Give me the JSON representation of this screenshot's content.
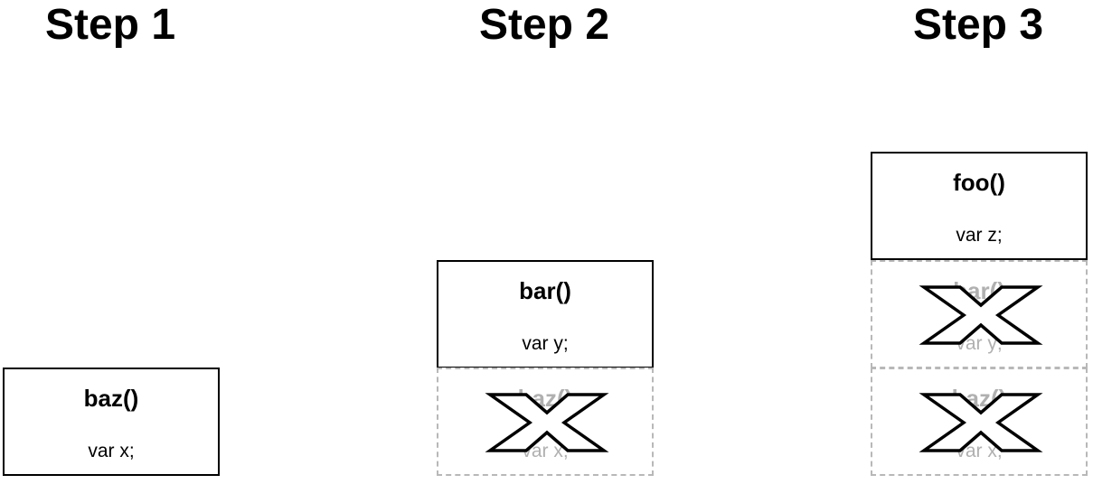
{
  "colors": {
    "active_border": "#000000",
    "popped_border": "#b8b8b8",
    "popped_text": "#b0b0b0",
    "cross_fill": "#ffffff",
    "cross_stroke": "#000000"
  },
  "steps": [
    {
      "title": "Step 1",
      "frames": [
        {
          "function": "baz()",
          "variable": "var x;",
          "state": "active"
        }
      ]
    },
    {
      "title": "Step 2",
      "frames": [
        {
          "function": "bar()",
          "variable": "var y;",
          "state": "active"
        },
        {
          "function": "baz()",
          "variable": "var x;",
          "state": "popped",
          "icon": "cross-icon"
        }
      ]
    },
    {
      "title": "Step 3",
      "frames": [
        {
          "function": "foo()",
          "variable": "var z;",
          "state": "active"
        },
        {
          "function": "bar()",
          "variable": "var y;",
          "state": "popped",
          "icon": "cross-icon"
        },
        {
          "function": "baz()",
          "variable": "var x;",
          "state": "popped",
          "icon": "cross-icon"
        }
      ]
    }
  ]
}
